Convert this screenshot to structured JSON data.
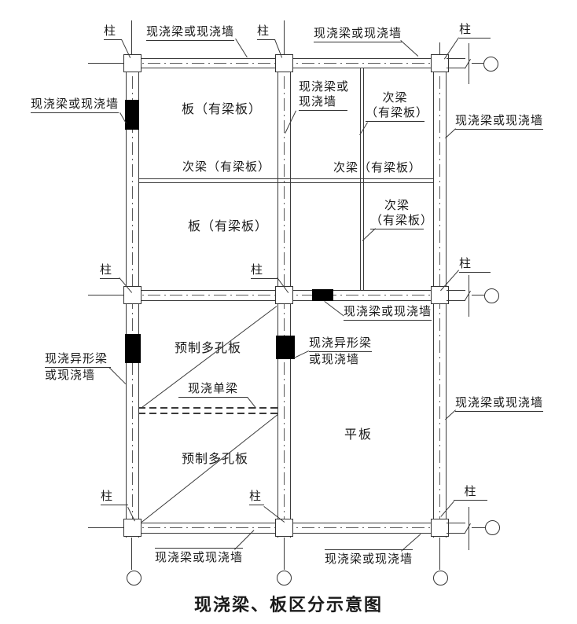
{
  "title": "现浇梁、板区分示意图",
  "labels": {
    "column": "柱",
    "beam_or_wall": "现浇梁或现浇墙",
    "beam_or_wall_l1": "现浇梁或",
    "beam_or_wall_l2": "现浇墙",
    "secondary_beam": "次梁（有梁板）",
    "secondary_beam_l1": "次梁",
    "secondary_beam_l2": "（有梁板）",
    "slab_with_beam": "板（有梁板）",
    "special_beam_l1": "现浇异形梁",
    "special_beam_l2": "或现浇墙",
    "precast_slab": "预制多孔板",
    "single_beam": "现浇单梁",
    "flat_slab": "平板"
  },
  "colors": {
    "line": "#3a3a3a",
    "solid_fill": "#000000",
    "background": "#ffffff"
  }
}
